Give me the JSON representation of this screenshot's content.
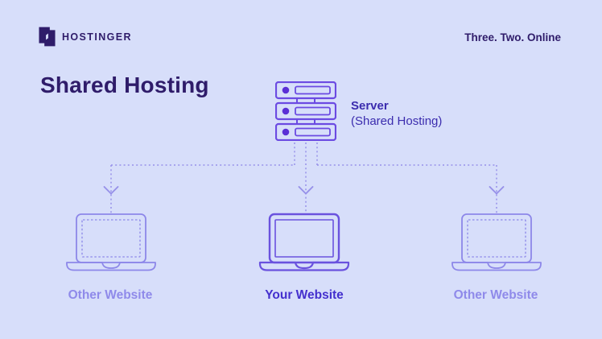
{
  "header": {
    "brand": "HOSTINGER",
    "tagline": "Three. Two. Online"
  },
  "title": "Shared Hosting",
  "server": {
    "label": "Server",
    "sublabel": "(Shared Hosting)"
  },
  "websites": [
    {
      "label": "Other Website",
      "type": "other"
    },
    {
      "label": "Your Website",
      "type": "yours"
    },
    {
      "label": "Other Website",
      "type": "other"
    }
  ],
  "icons": {
    "logo": "hostinger-h-logo",
    "server": "server-rack-icon",
    "laptop": "laptop-icon",
    "arrow": "arrow-down-icon"
  },
  "colors": {
    "bg": "#D7DEFA",
    "ink": "#2F1C6A",
    "purple": "#6B4AE2",
    "dot": "#5B2FD6",
    "server_label": "#3B2CAE",
    "connector": "#9791E9",
    "laptop_side": "#8D87E9",
    "laptop_main": "#6A52DE",
    "your_website": "#4430CE",
    "other_website": "#8F8AEA"
  }
}
